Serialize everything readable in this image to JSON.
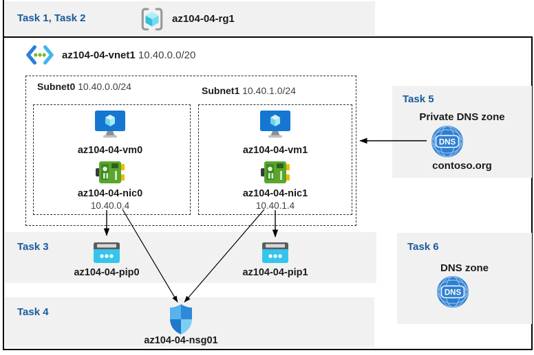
{
  "title_band": {
    "task_label": "Task 1, Task 2",
    "resource_group": "az104-04-rg1"
  },
  "vnet": {
    "name": "az104-04-vnet1",
    "cidr": "10.40.0.0/20"
  },
  "subnets": [
    {
      "name": "Subnet0",
      "cidr": "10.40.0.0/24",
      "vm_name": "az104-04-vm0",
      "nic_name": "az104-04-nic0",
      "nic_ip": "10.40.0.4"
    },
    {
      "name": "Subnet1",
      "cidr": "10.40.1.0/24",
      "vm_name": "az104-04-vm1",
      "nic_name": "az104-04-nic1",
      "nic_ip": "10.40.1.4"
    }
  ],
  "task3": {
    "label": "Task 3",
    "pip0": "az104-04-pip0",
    "pip1": "az104-04-pip1"
  },
  "task4": {
    "label": "Task 4",
    "nsg_name": "az104-04-nsg01"
  },
  "task5": {
    "label": "Task 5",
    "heading": "Private DNS zone",
    "zone_name": "contoso.org"
  },
  "task6": {
    "label": "Task 6",
    "heading": "DNS zone"
  },
  "icons": {
    "dns_label": "DNS"
  },
  "colors": {
    "task_label_blue": "#175a9a",
    "band_gray": "#f1f1f1",
    "text_black": "#1a1a1a",
    "muted_gray": "#404040",
    "pip_cyan": "#35c5ec",
    "nic_green": "#59a52d",
    "vm_blue": "#1677d2",
    "dns_blue": "#2d7ed1",
    "border_black": "#000000"
  }
}
